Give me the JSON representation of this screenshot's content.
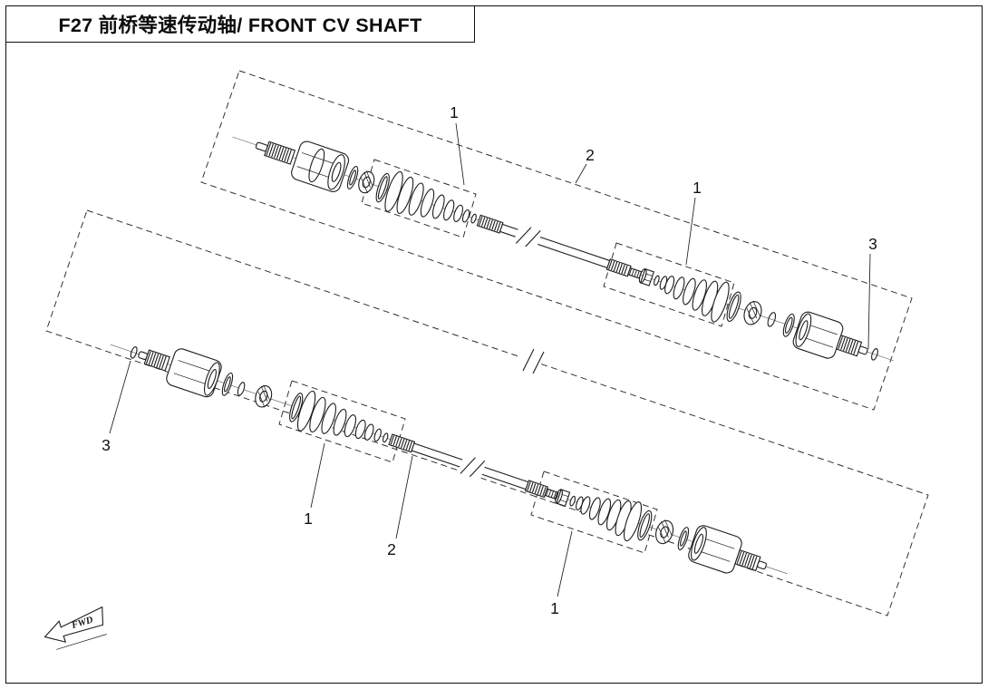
{
  "page": {
    "title": "F27 前桥等速传动轴/ FRONT CV SHAFT",
    "background_color": "#ffffff",
    "line_color": "#1c1c1c"
  },
  "callouts": [
    {
      "label": "1",
      "target": "boot-kit-inner-top-shaft"
    },
    {
      "label": "2",
      "target": "cv-shaft-assembly-top"
    },
    {
      "label": "1",
      "target": "boot-kit-outer-top-shaft"
    },
    {
      "label": "3",
      "target": "circlip-top-shaft"
    },
    {
      "label": "3",
      "target": "circlip-bottom-shaft"
    },
    {
      "label": "1",
      "target": "boot-kit-inner-bottom-shaft"
    },
    {
      "label": "2",
      "target": "cv-shaft-assembly-bottom"
    },
    {
      "label": "1",
      "target": "boot-kit-outer-bottom-shaft"
    }
  ],
  "direction_marker": {
    "label": "FWD",
    "icon": "arrow-left-outline"
  }
}
